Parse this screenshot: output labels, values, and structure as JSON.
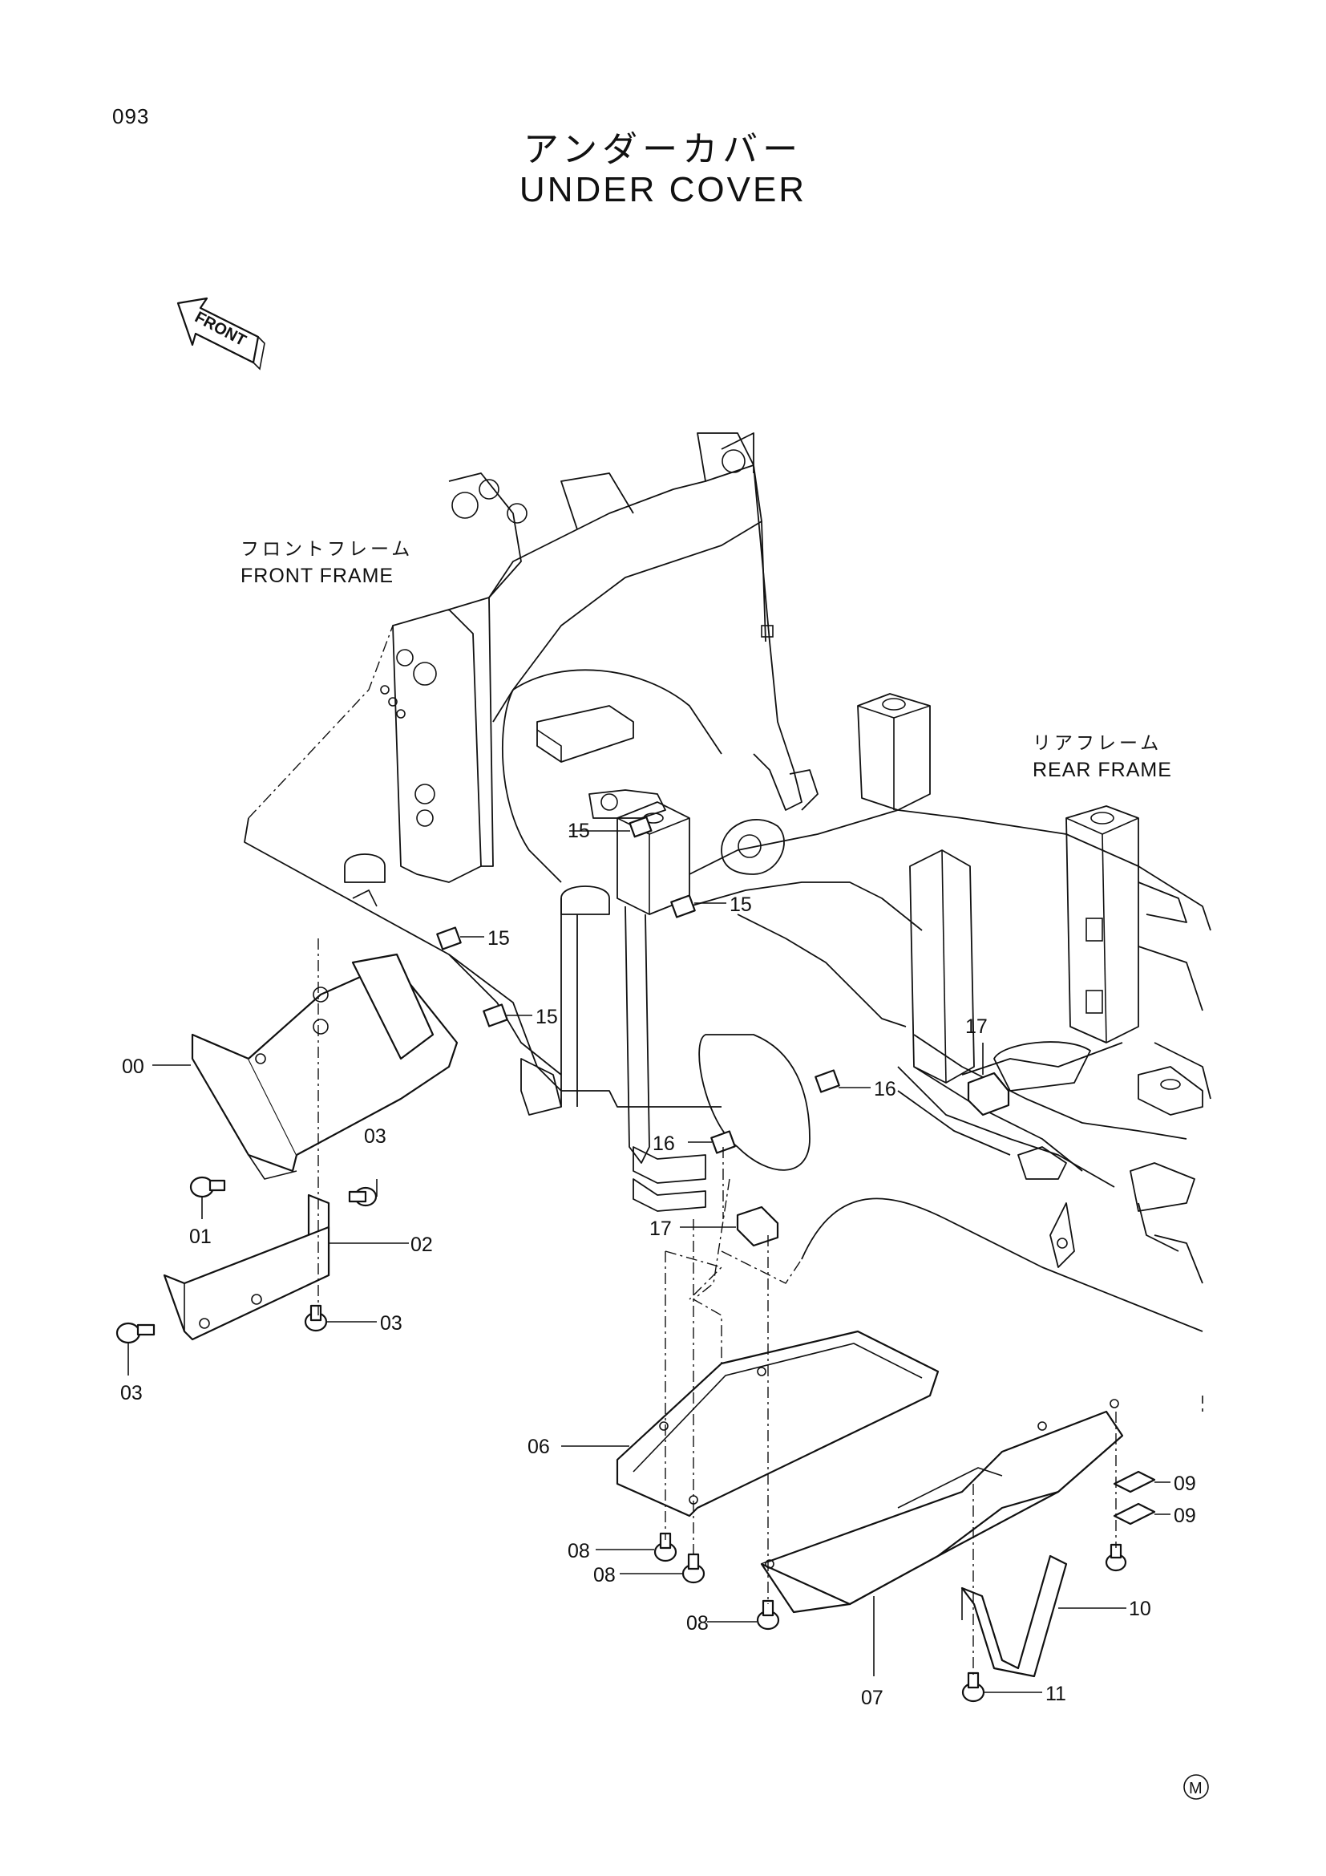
{
  "page_number": "093",
  "title_jp": "アンダーカバー",
  "title_en": "UNDER COVER",
  "front_arrow_label": "FRONT",
  "labels": {
    "front_frame_jp": "フロントフレーム",
    "front_frame_en": "FRONT FRAME",
    "rear_frame_jp": "リアフレーム",
    "rear_frame_en": "REAR FRAME"
  },
  "callouts": {
    "c00": "00",
    "c01": "01",
    "c02": "02",
    "c03_top": "03",
    "c03_mid": "03",
    "c03_bottom": "03",
    "c06": "06",
    "c07": "07",
    "c08_a": "08",
    "c08_b": "08",
    "c08_c": "08",
    "c09_a": "09",
    "c09_b": "09",
    "c10": "10",
    "c11": "11",
    "c15_a": "15",
    "c15_b": "15",
    "c15_c": "15",
    "c15_d": "15",
    "c16_a": "16",
    "c16_b": "16",
    "c17_a": "17",
    "c17_b": "17"
  },
  "mark": "M"
}
